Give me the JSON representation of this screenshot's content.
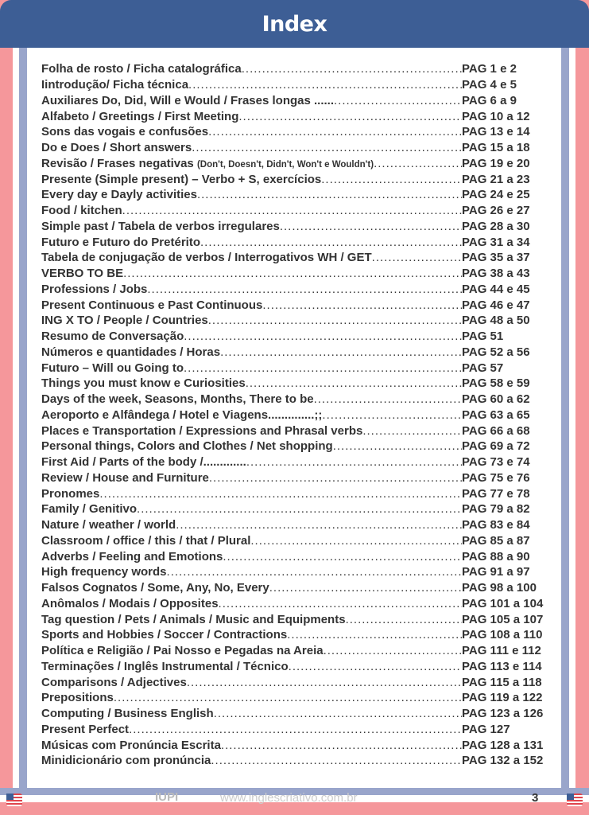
{
  "header": {
    "title": "Index"
  },
  "entries": [
    {
      "label": "Folha de rosto / Ficha catalográfica",
      "page": "PAG 1 e 2"
    },
    {
      "label": "Iintrodução/ Ficha técnica",
      "page": "PAG  4 e 5"
    },
    {
      "label": "Auxiliares Do, Did, Will e Would   /  Frases longas ......",
      "page": "PAG  6 a 9"
    },
    {
      "label": "Alfabeto / Greetings / First Meeting",
      "page": "PAG  10 a 12"
    },
    {
      "label": "Sons das vogais e confusões",
      "page": "PAG 13 e 14"
    },
    {
      "label": "Do e Does / Short answers",
      "page": "PAG  15 a 18"
    },
    {
      "label": "Revisão / Frases negativas",
      "small": "(Don't, Doesn't, Didn't, Won't e Wouldn't)",
      "page": "PAG 19 e 20"
    },
    {
      "label": "Presente (Simple present) – Verbo + S,  exercícios",
      "page": "PAG 21 a 23"
    },
    {
      "label": "Every day e Dayly activities",
      "page": "PAG  24 e 25"
    },
    {
      "label": "Food / kitchen",
      "page": "PAG 26 e 27"
    },
    {
      "label": "Simple past / Tabela de verbos irregulares",
      "page": "PAG  28 a 30"
    },
    {
      "label": "Futuro e Futuro do Pretérito",
      "page": "PAG 31 a 34"
    },
    {
      "label": "Tabela de conjugação de verbos / Interrogativos WH /  GET",
      "page": "PAG 35 a 37"
    },
    {
      "label": "VERBO TO BE",
      "page": "PAG 38 a 43"
    },
    {
      "label": "Professions / Jobs",
      "page": "PAG 44 e 45"
    },
    {
      "label": "Present Continuous e Past Continuous",
      "page": "PAG 46 e 47"
    },
    {
      "label": "ING X TO / People / Countries",
      "page": "PAG 48 a 50"
    },
    {
      "label": "Resumo de Conversação",
      "page": "PAG 51"
    },
    {
      "label": "Números e quantidades / Horas",
      "page": "PAG 52 a 56"
    },
    {
      "label": "Futuro – Will ou Going to",
      "page": "PAG 57"
    },
    {
      "label": "Things you must know e Curiosities",
      "page": "PAG 58 e 59"
    },
    {
      "label": "Days of the week, Seasons, Months, There to be",
      "page": "PAG 60 a 62"
    },
    {
      "label": "Aeroporto e Alfândega / Hotel e Viagens..............;;",
      "page": "PAG 63 a 65"
    },
    {
      "label": "Places e Transportation / Expressions and Phrasal verbs",
      "page": "PAG 66 a 68"
    },
    {
      "label": "Personal things, Colors and Clothes / Net shopping",
      "page": "PAG  69 a 72"
    },
    {
      "label": "First Aid / Parts of the body /.............",
      "page": "PAG  73 e 74"
    },
    {
      "label": "Review / House and Furniture",
      "page": "PAG 75 e 76"
    },
    {
      "label": "Pronomes",
      "page": "PAG  77 e 78"
    },
    {
      "label": "Family / Genitivo",
      "page": "PAG 79 a 82"
    },
    {
      "label": "Nature / weather / world",
      "page": "PAG 83 e 84"
    },
    {
      "label": "Classroom / office / this / that / Plural",
      "page": "PAG 85 a 87"
    },
    {
      "label": "Adverbs / Feeling and Emotions",
      "page": "PAG 88 a 90"
    },
    {
      "label": "High frequency words",
      "page": "PAG 91 a 97"
    },
    {
      "label": "Falsos Cognatos / Some, Any, No, Every",
      "page": "PAG 98 a 100"
    },
    {
      "label": "Anômalos / Modais / Opposites",
      "page": "PAG 101 a 104"
    },
    {
      "label": "Tag question / Pets / Animals / Music and Equipments",
      "page": "PAG 105 a 107"
    },
    {
      "label": "Sports and Hobbies / Soccer / Contractions",
      "page": "PAG 108 a 110"
    },
    {
      "label": "Política e Religião / Pai Nosso e Pegadas na Areia",
      "page": "PAG 111 e 112"
    },
    {
      "label": "Terminações / Inglês Instrumental / Técnico",
      "page": "PAG 113 e 114"
    },
    {
      "label": "Comparisons / Adjectives",
      "page": "PAG 115 a 118"
    },
    {
      "label": "Prepositions",
      "page": "PAG 119 a 122"
    },
    {
      "label": "Computing / Business English",
      "page": "PAG 123 a 126"
    },
    {
      "label": "Present Perfect",
      "page": "PAG 127"
    },
    {
      "label": "Músicas com Pronúncia Escrita",
      "page": "PAG 128 a 131"
    },
    {
      "label": "Minidicionário com pronúncia",
      "page": "PAG 132 a 152"
    }
  ],
  "footer": {
    "logo": "IUPI",
    "website": "www.inglescriativo.com.br",
    "page_number": "3"
  }
}
